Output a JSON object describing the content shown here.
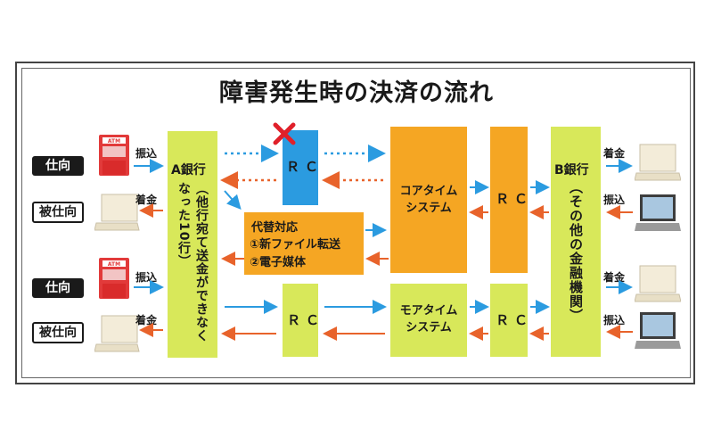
{
  "title": "障害発生時の決済の流れ",
  "left": {
    "send_tag": "仕向",
    "receive_tag": "被仕向",
    "transfer_label": "振込",
    "arrival_label": "着金",
    "atm_label": "ATM"
  },
  "bank_a": {
    "name": "A銀行",
    "note": "（他行宛て送金ができなくなった10行）"
  },
  "bank_b": {
    "name": "B銀行",
    "note": "（その他の金融機関）"
  },
  "rc_label": "ＲＣ",
  "rc_label_top": "ＲＣ",
  "core_system": [
    "コアタイム",
    "システム"
  ],
  "more_system": [
    "モアタイム",
    "システム"
  ],
  "alternative": {
    "title": "代替対応",
    "item1": "①新ファイル転送",
    "item2": "②電子媒体"
  },
  "right": {
    "arrival_label": "着金",
    "transfer_label": "振込"
  },
  "colors": {
    "green": "#d8e85a",
    "blue": "#2b9be0",
    "orange": "#f5a623",
    "arrow_blue": "#2b9be0",
    "arrow_orange": "#e8632b",
    "failure_mark": "#e0202a"
  }
}
